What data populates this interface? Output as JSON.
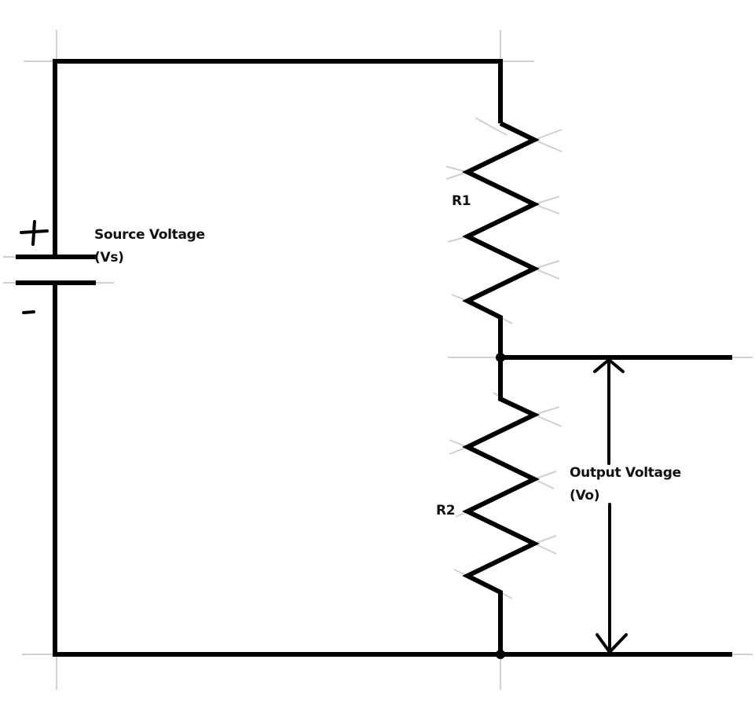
{
  "diagram": {
    "title": "Voltage Divider Circuit",
    "colors": {
      "wire": "#000000",
      "guide": "#c8c8c8",
      "text": "#111111",
      "background": "#ffffff"
    },
    "source": {
      "label_line1": "Source Voltage",
      "label_line2": "(Vs)",
      "plus_sign": "+",
      "minus_sign": "-"
    },
    "resistors": [
      {
        "id": "R1",
        "label": "R1"
      },
      {
        "id": "R2",
        "label": "R2"
      }
    ],
    "output": {
      "label_line1": "Output Voltage",
      "label_line2": "(Vo)"
    }
  }
}
